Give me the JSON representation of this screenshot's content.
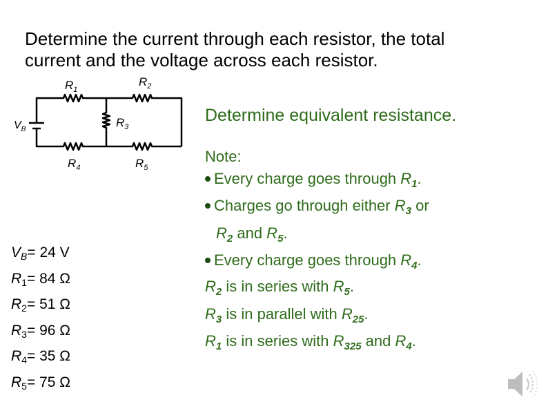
{
  "title": {
    "line1": "Determine the current through each resistor, the total",
    "line2": "current and the voltage across each resistor."
  },
  "circuit": {
    "labels": {
      "r1": {
        "base": "R",
        "sub": "1"
      },
      "r2": {
        "base": "R",
        "sub": "2"
      },
      "r3": {
        "base": "R",
        "sub": "3"
      },
      "r4": {
        "base": "R",
        "sub": "4"
      },
      "r5": {
        "base": "R",
        "sub": "5"
      },
      "vb": {
        "base": "V",
        "sub": "B"
      }
    }
  },
  "givens": [
    {
      "var": "V",
      "sub": "B",
      "eq": "= 24",
      "unit": "V"
    },
    {
      "var": "R",
      "sub": "1",
      "eq": "= 84",
      "unit": "Ω"
    },
    {
      "var": "R",
      "sub": "2",
      "eq": "= 51",
      "unit": "Ω"
    },
    {
      "var": "R",
      "sub": "3",
      "eq": "= 96",
      "unit": "Ω"
    },
    {
      "var": "R",
      "sub": "4",
      "eq": "= 35",
      "unit": "Ω"
    },
    {
      "var": "R",
      "sub": "5",
      "eq": "= 75",
      "unit": "Ω"
    }
  ],
  "equivalent_heading": "Determine equivalent resistance.",
  "note": {
    "title": "Note:",
    "b1": {
      "text": "Every charge goes through ",
      "var": "R",
      "sub": "1",
      "end": "."
    },
    "b2": {
      "text": "Charges go through either ",
      "var": "R",
      "sub": "3",
      "mid": " or"
    },
    "b2cont": {
      "var1": "R",
      "sub1": "2",
      "mid": " and ",
      "var2": "R",
      "sub2": "5",
      "end": "."
    },
    "b3": {
      "text": "Every charge goes through ",
      "var": "R",
      "sub": "4",
      "end": "."
    }
  },
  "analysis": [
    {
      "var1": "R",
      "sub1": "2",
      "mid": " is in series with ",
      "var2": "R",
      "sub2": "5",
      "end": "."
    },
    {
      "var1": "R",
      "sub1": "3",
      "mid": " is in parallel with ",
      "var2": "R",
      "sub2": "25",
      "end": "."
    },
    {
      "var1": "R",
      "sub1": "1",
      "mid": " is in series with ",
      "var2": "R",
      "sub2": "325",
      "mid2": " and ",
      "var3": "R",
      "sub3": "4",
      "end": "."
    }
  ],
  "icons": {
    "speaker": "speaker-icon"
  },
  "colors": {
    "note_text": "#2e6b1a",
    "bullet": "#1e4d12",
    "speaker": "#bdbdbd"
  }
}
